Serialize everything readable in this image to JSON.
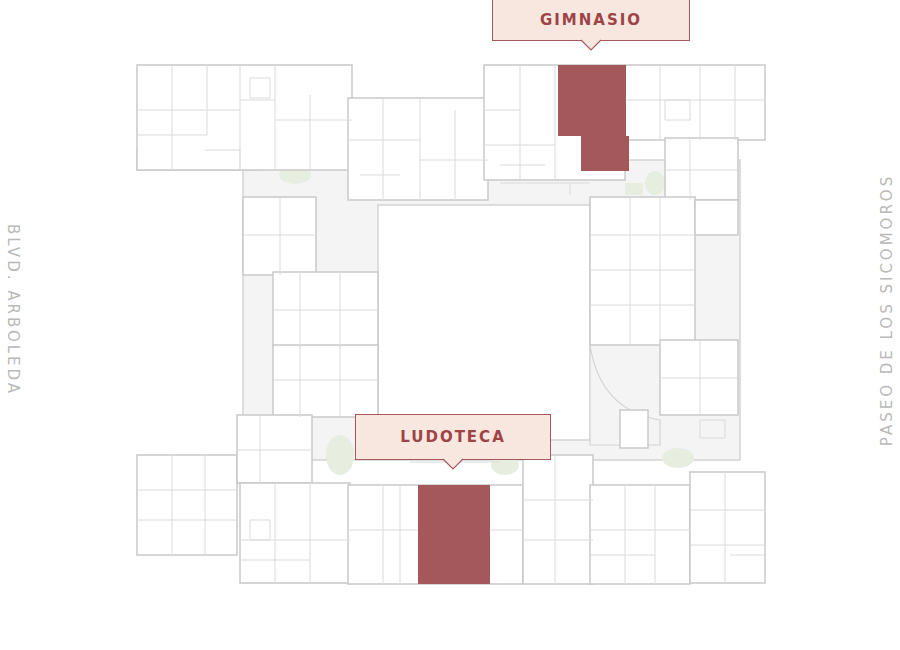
{
  "diagram": {
    "nodes": [
      {
        "text": [
          "GIMNASIO"
        ]
      },
      {
        "text": [
          "LUDOTECA"
        ]
      }
    ],
    "labels": [
      "BLVD. ARBOLEDA",
      "PASEO DE LOS SICOMOROS"
    ]
  }
}
